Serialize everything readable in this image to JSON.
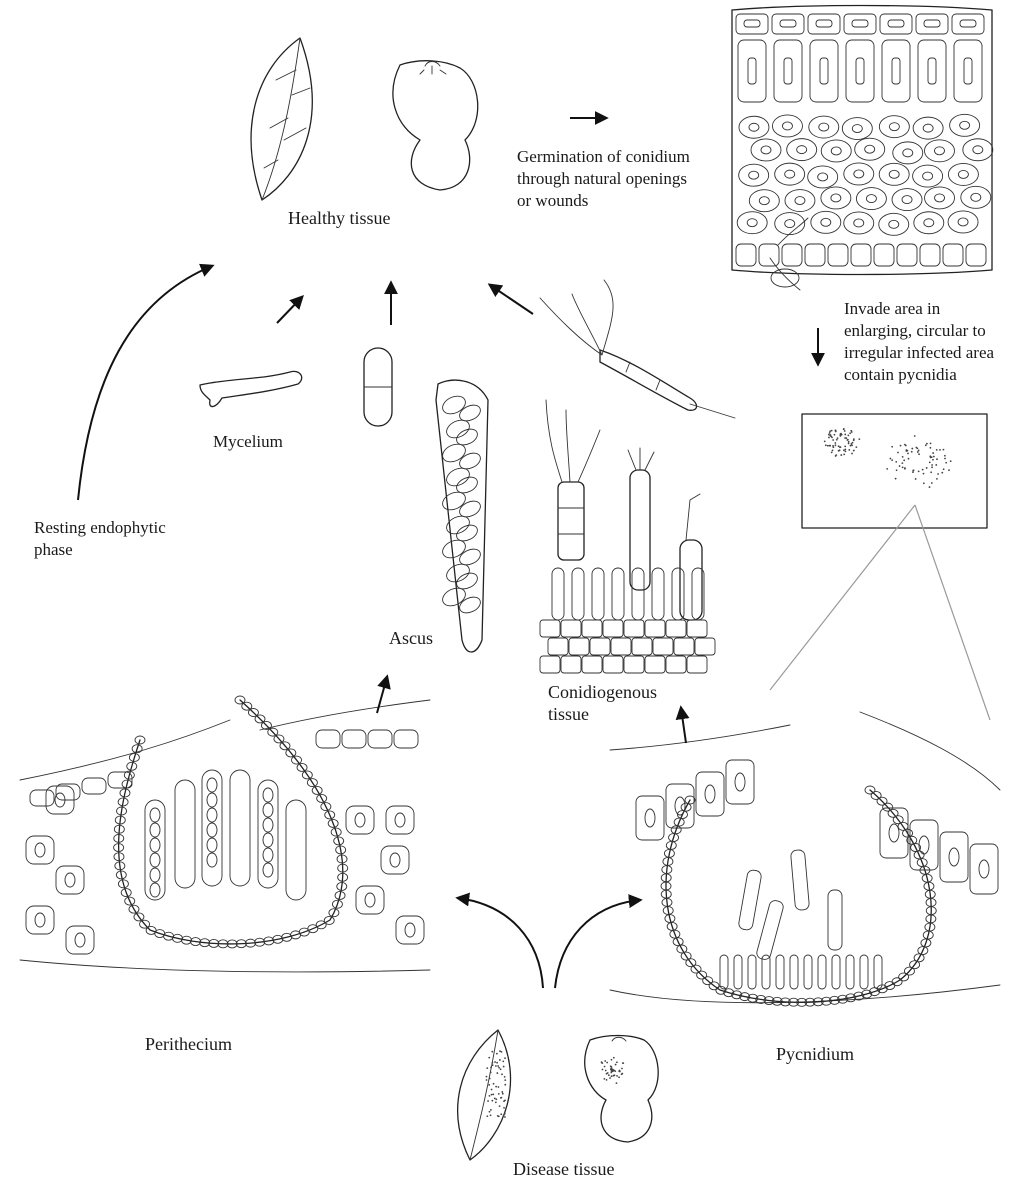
{
  "labels": {
    "healthy_tissue": "Healthy tissue",
    "germination": [
      "Germination of conidium",
      "through natural openings",
      "or wounds"
    ],
    "invade": [
      "Invade area in",
      "enlarging, circular to",
      "irregular infected area",
      "contain pycnidia"
    ],
    "mycelium": "Mycelium",
    "resting": [
      "Resting endophytic",
      "phase"
    ],
    "ascus": "Ascus",
    "conidiogenous": [
      "Conidiogenous",
      "tissue"
    ],
    "perithecium": "Perithecium",
    "pycnidium": "Pycnidium",
    "disease_tissue": "Disease tissue"
  },
  "icons": {
    "healthy_leaf": "leaf-icon",
    "healthy_fruit": "fruit-icon",
    "diseased_leaf": "diseased-leaf-icon",
    "diseased_fruit": "diseased-fruit-icon"
  },
  "colors": {
    "ink": "#222222",
    "guide": "#9a9a9a"
  }
}
